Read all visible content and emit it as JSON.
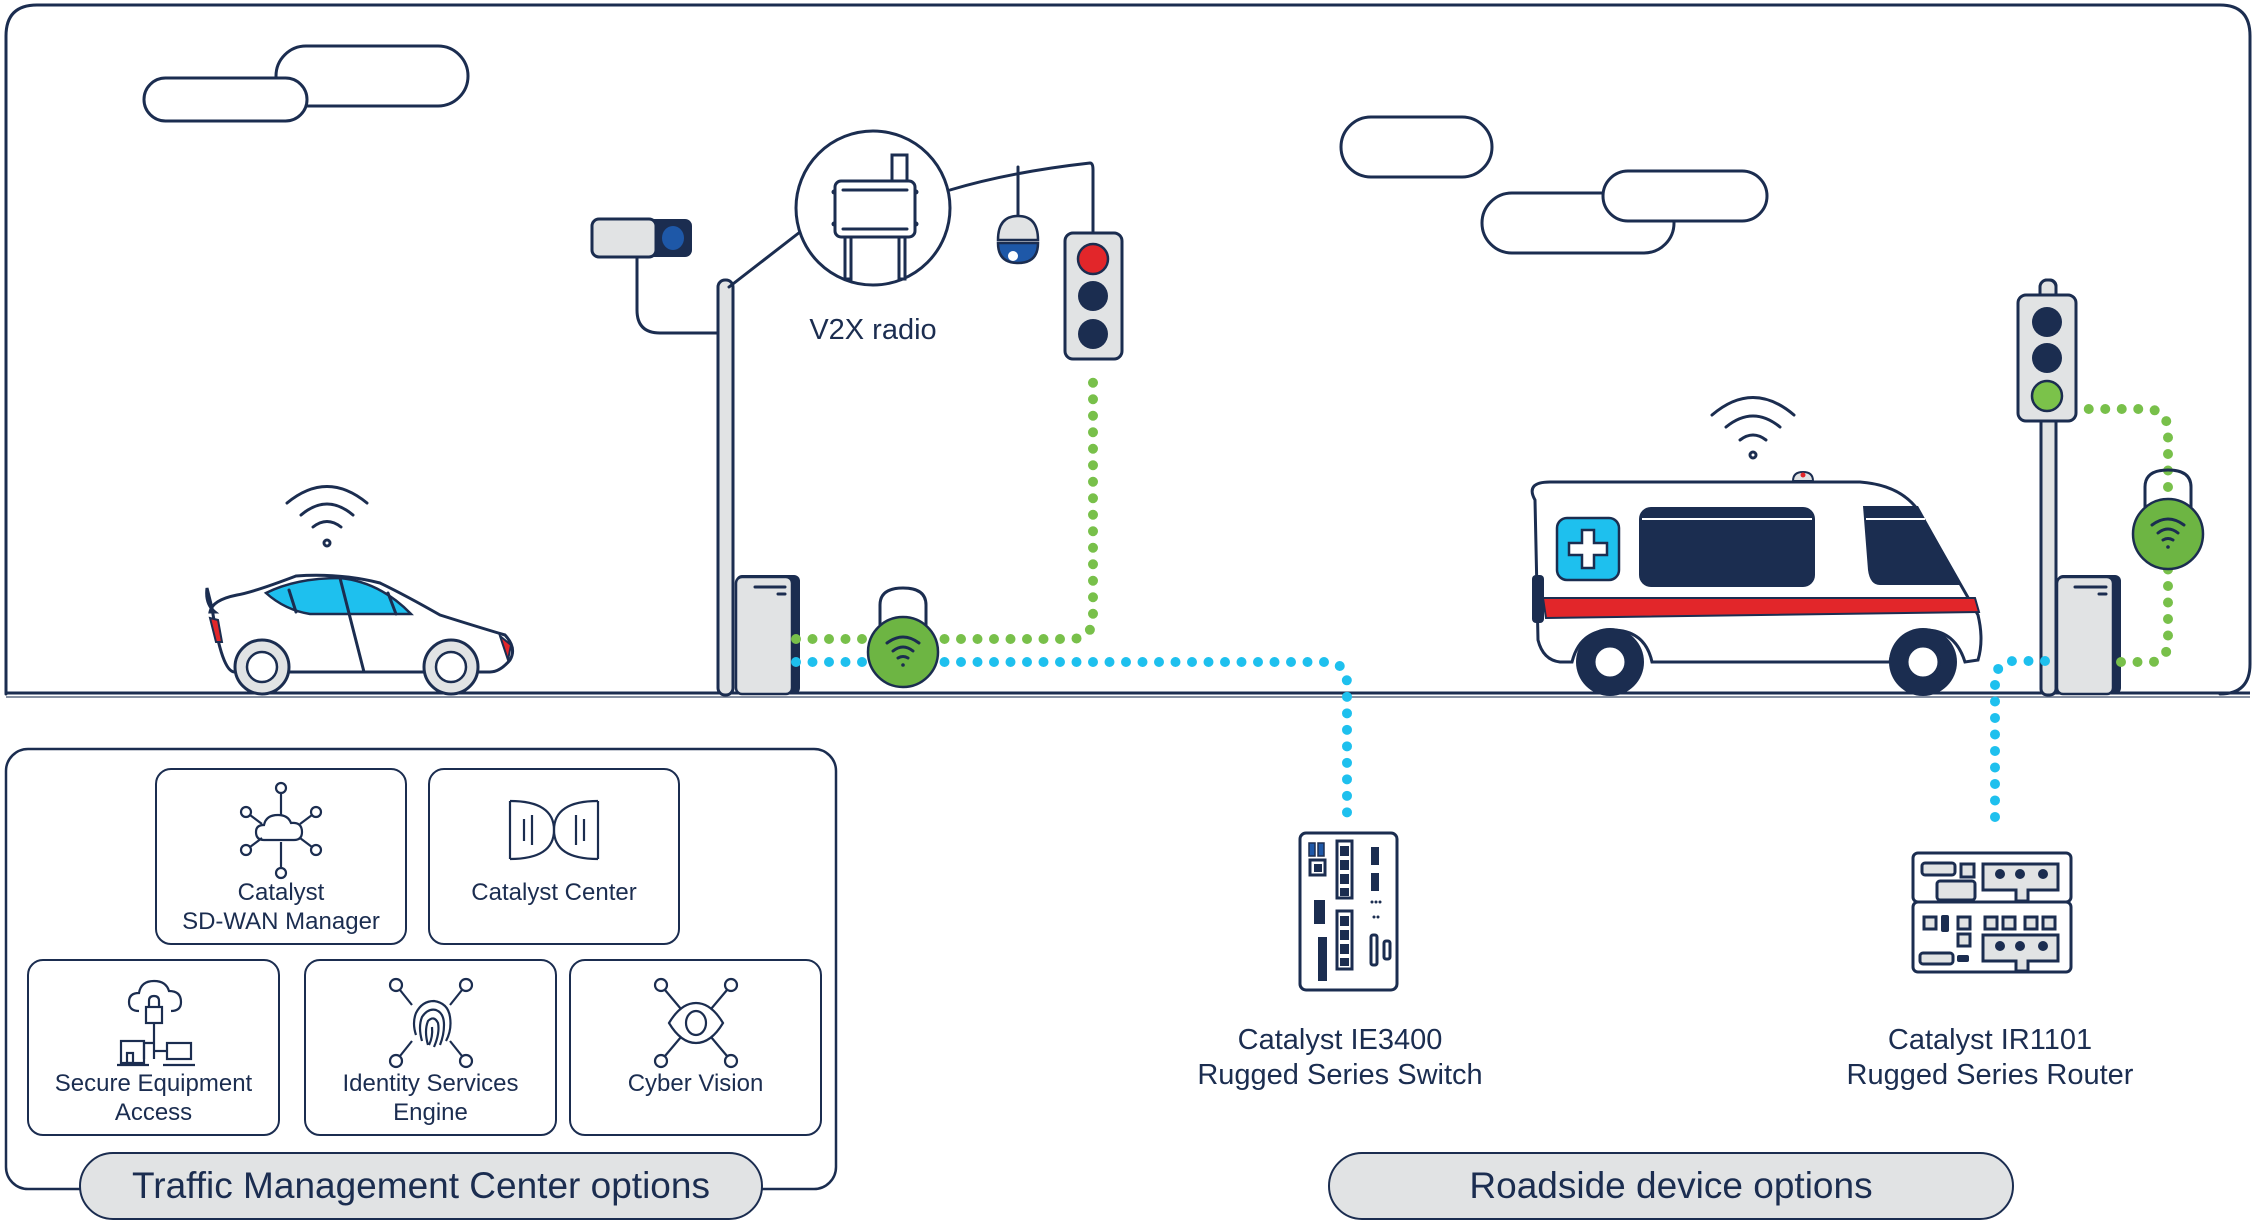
{
  "title": "Connected roadside infrastructure with Traffic Management Center and roadside device options",
  "labels": {
    "v2x_radio": "V2X radio"
  },
  "colors": {
    "navy": "#1b2d50",
    "light_gray": "#e1e3e4",
    "cyan_link": "#1ec0ee",
    "green_link": "#78c04a",
    "lock_green": "#6db543",
    "signal_red": "#e2262a",
    "signal_green": "#7bc24a",
    "sign_blue": "#1e58a8",
    "window_blue": "#1ec0ee"
  },
  "scene": {
    "vehicles": [
      {
        "type": "car",
        "connectivity": "wifi"
      },
      {
        "type": "ambulance",
        "connectivity": "wifi"
      }
    ],
    "traffic_lights": [
      {
        "state": "red"
      },
      {
        "state": "green"
      }
    ],
    "secure_links": [
      {
        "icon": "wifi-lock",
        "color": "green"
      },
      {
        "icon": "wifi-lock",
        "color": "green"
      }
    ]
  },
  "tmc": {
    "title": "Traffic Management Center options",
    "options": [
      {
        "icon": "cloud-network-icon",
        "line1": "Catalyst",
        "line2": "SD-WAN Manager"
      },
      {
        "icon": "dna-icon",
        "line1": "Catalyst Center",
        "line2": ""
      },
      {
        "icon": "secure-access-icon",
        "line1": "Secure Equipment",
        "line2": "Access"
      },
      {
        "icon": "fingerprint-icon",
        "line1": "Identity Services",
        "line2": "Engine"
      },
      {
        "icon": "eye-network-icon",
        "line1": "Cyber Vision",
        "line2": ""
      }
    ]
  },
  "roadside": {
    "title": "Roadside device options",
    "devices": [
      {
        "line1": "Catalyst IE3400",
        "line2": "Rugged Series Switch"
      },
      {
        "line1": "Catalyst IR1101",
        "line2": "Rugged Series Router"
      }
    ]
  }
}
